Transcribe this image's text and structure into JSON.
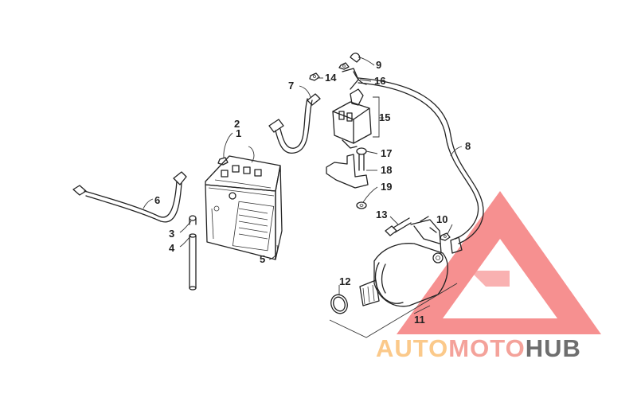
{
  "callouts": [
    {
      "id": "1",
      "label": "1"
    },
    {
      "id": "2",
      "label": "2"
    },
    {
      "id": "3",
      "label": "3"
    },
    {
      "id": "4",
      "label": "4"
    },
    {
      "id": "5",
      "label": "5"
    },
    {
      "id": "6",
      "label": "6"
    },
    {
      "id": "7",
      "label": "7"
    },
    {
      "id": "8",
      "label": "8"
    },
    {
      "id": "9",
      "label": "9"
    },
    {
      "id": "10",
      "label": "10"
    },
    {
      "id": "11",
      "label": "11"
    },
    {
      "id": "12",
      "label": "12"
    },
    {
      "id": "13",
      "label": "13"
    },
    {
      "id": "14",
      "label": "14"
    },
    {
      "id": "15",
      "label": "15"
    },
    {
      "id": "16",
      "label": "16"
    },
    {
      "id": "17",
      "label": "17"
    },
    {
      "id": "18",
      "label": "18"
    },
    {
      "id": "19",
      "label": "19"
    }
  ],
  "watermark": {
    "part1": "AUTO",
    "part2": "MOTO",
    "part3": "HUB",
    "color_light": "#fbc98a",
    "color_mid": "#f4a29a",
    "color_dark": "#6e6e6e",
    "triangle_color": "#f36b6b"
  },
  "colors": {
    "line": "#222222",
    "background": "#ffffff"
  }
}
